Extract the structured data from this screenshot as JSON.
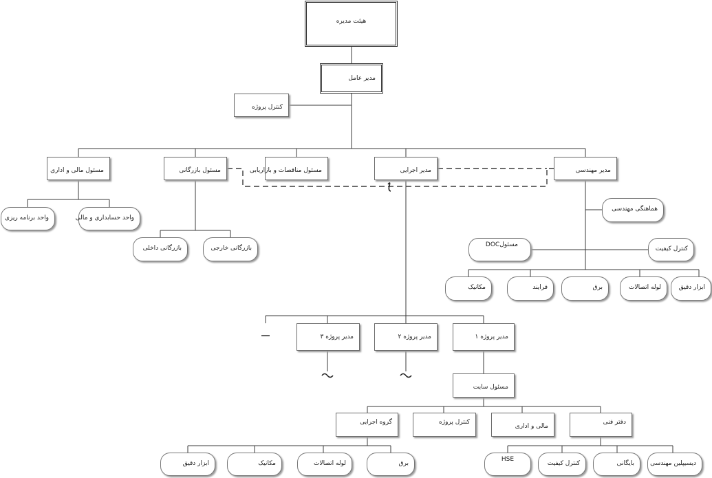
{
  "top": {
    "board": "هیئت مدیره",
    "ceo": "مدیر عامل",
    "project_control": "کنترل پروژه"
  },
  "managers": {
    "finance_admin": "مسئول مالی و اداری",
    "commercial": "مسئول بازرگانی",
    "tenders": "مسئول مناقصات و بازاریابی",
    "executive": "مدیر اجرایی",
    "engineering": "مدیر مهندسی"
  },
  "finance_units": {
    "planning": "واحد برنامه ریزی",
    "accounting": "واحد حسابداری و مالی"
  },
  "commerce_units": {
    "domestic": "بازرگانی داخلی",
    "foreign": "بازرگانی خارجی"
  },
  "engineering_units": {
    "coordination": "هماهنگی مهندسی",
    "doc": "مسئولDOC",
    "quality": "کنترل کیفیت",
    "disciplines": [
      "مکانیک",
      "فرایند",
      "برق",
      "لوله اتصالات",
      "ابزار دقیق"
    ]
  },
  "projects": {
    "pm3": "مدیر پروژه ۳",
    "pm2": "مدیر پروژه ۲",
    "pm1": "مدیر پروژه ۱",
    "site": "مسئول سایت"
  },
  "site_units": {
    "exec_group": "گروه اجرایی",
    "project_control": "کنترل پروژه",
    "finance_admin": "مالی و اداری",
    "tech_office": "دفتر فنی"
  },
  "exec_group_units": [
    "ابزار دقیق",
    "مکانیک",
    "لوله اتصالات",
    "برق"
  ],
  "tech_office_units": [
    "HSE",
    "کنترل کیفیت",
    "بایگانی",
    "دیسیپلین مهندسی"
  ]
}
